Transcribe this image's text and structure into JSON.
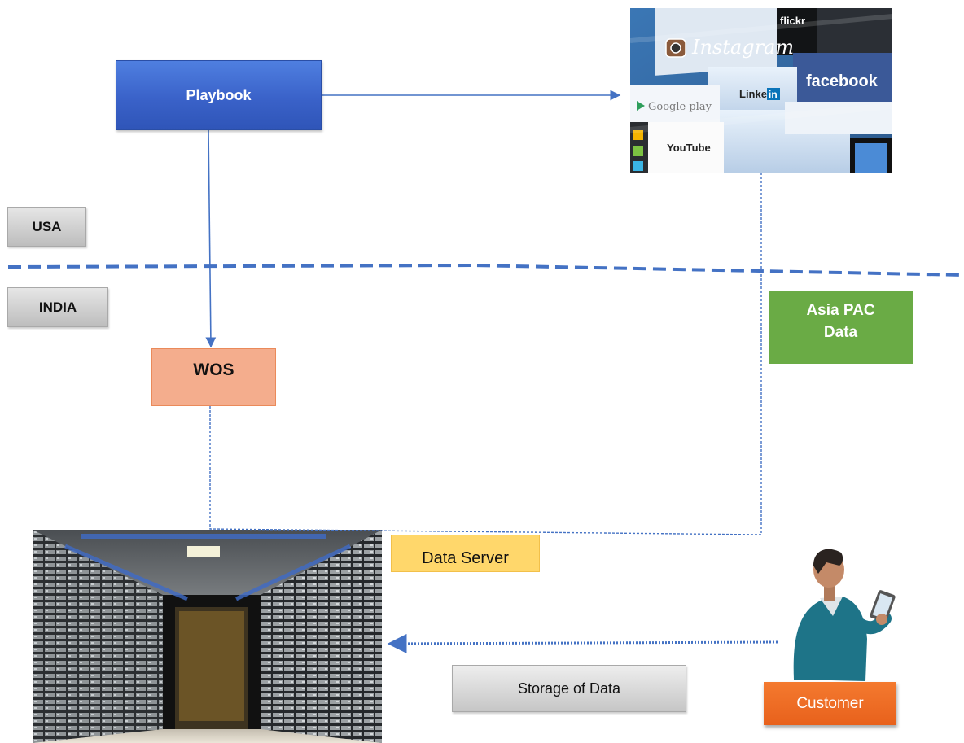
{
  "nodes": {
    "playbook": "Playbook",
    "usa": "USA",
    "india": "INDIA",
    "wos": "WOS",
    "asia_pac": "Asia PAC\nData",
    "data_server": "Data Server",
    "storage": "Storage of Data",
    "customer": "Customer"
  },
  "social_collage": {
    "labels": [
      "Instagram",
      "flickr",
      "facebook",
      "Linked",
      "in",
      "Google play",
      "YouTube"
    ]
  },
  "colors": {
    "connector": "#4472c4",
    "playbook": "#3a62c9",
    "wos": "#f4ad8d",
    "asia_pac": "#6aab45",
    "data_server": "#ffd76b",
    "customer": "#f47a2f",
    "region_label": "#c6c6c6"
  }
}
